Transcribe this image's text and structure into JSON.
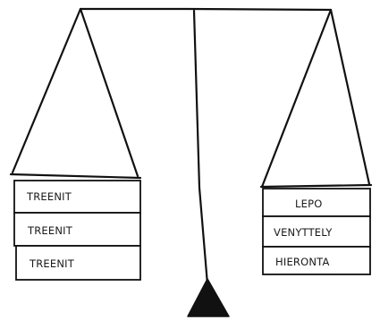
{
  "left_pan": {
    "items": [
      "TREENIT",
      "TREENIT",
      "TREENIT"
    ]
  },
  "right_pan": {
    "items": [
      "LEPO",
      "VENYTTELY",
      "HIERONTA"
    ]
  }
}
